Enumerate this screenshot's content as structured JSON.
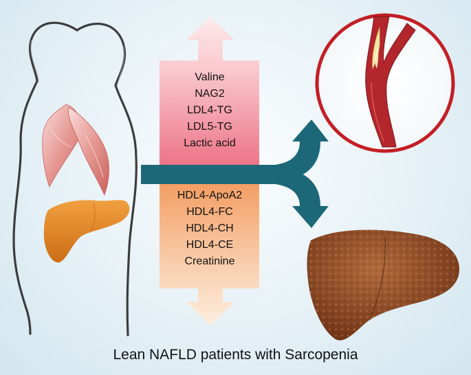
{
  "diagram": {
    "up_items": [
      "Valine",
      "NAG2",
      "LDL4-TG",
      "LDL5-TG",
      "Lactic acid"
    ],
    "down_items": [
      "HDL4-ApoA2",
      "HDL4-FC",
      "HDL4-CH",
      "HDL4-CE",
      "Creatinine"
    ],
    "caption": "Lean NAFLD patients with Sarcopenia"
  },
  "colors": {
    "up_arrow": "#f08a98",
    "down_arrow": "#f5b07e",
    "branch_arrow": "#1c6878",
    "artery_circle": "#c31f25",
    "liver": "#e38a2a",
    "muscle": "#d9837c"
  },
  "icons": [
    "body-silhouette",
    "muscle-icon",
    "liver-icon",
    "artery-plaque-icon",
    "fatty-liver-icon"
  ]
}
